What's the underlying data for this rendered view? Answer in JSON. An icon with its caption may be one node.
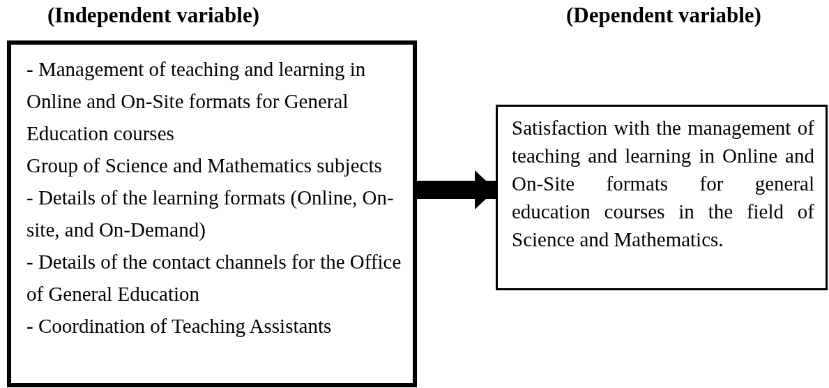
{
  "diagram": {
    "nodes": [
      {
        "text": [
          "(Independent variable)",
          "- Management of teaching and learning in Online and On-Site formats for General Education courses",
          "Group of Science and Mathematics subjects",
          "- Details of the learning formats (Online, On-site, and On-Demand)",
          "- Details of the contact channels for the Office of General Education",
          "- Coordination of Teaching Assistants"
        ]
      },
      {
        "text": [
          "(Dependent variable)",
          "Satisfaction with the management of teaching and learning in Online and On-Site formats for general education courses in the field of Science and Mathematics."
        ]
      }
    ],
    "edges": [
      {
        "from": 0,
        "to": 1,
        "arrow": "to"
      }
    ]
  }
}
